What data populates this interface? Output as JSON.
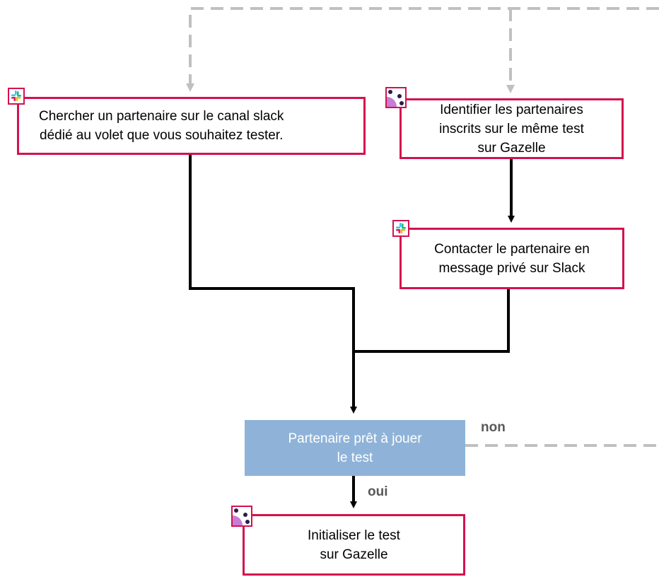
{
  "nodes": {
    "search_partner": {
      "text": "Chercher un partenaire sur le canal slack\ndédié au volet que vous souhaitez tester.",
      "icon": "slack-icon"
    },
    "identify_partners": {
      "text": "Identifier les partenaires\ninscrits sur le même test\nsur Gazelle",
      "icon": "gazelle-icon"
    },
    "contact_partner": {
      "text": "Contacter le partenaire en\nmessage privé sur Slack",
      "icon": "slack-icon"
    },
    "decision": {
      "text": "Partenaire prêt à jouer\nle test"
    },
    "init_test": {
      "text": "Initialiser le test\nsur Gazelle",
      "icon": "gazelle-icon"
    }
  },
  "edges": {
    "yes_label": "oui",
    "no_label": "non"
  },
  "colors": {
    "box_border": "#d3124f",
    "decision_fill": "#8fb3d8",
    "solid_arrow": "#000000",
    "dashed_arrow": "#c0c0c0",
    "label_text": "#595959"
  }
}
